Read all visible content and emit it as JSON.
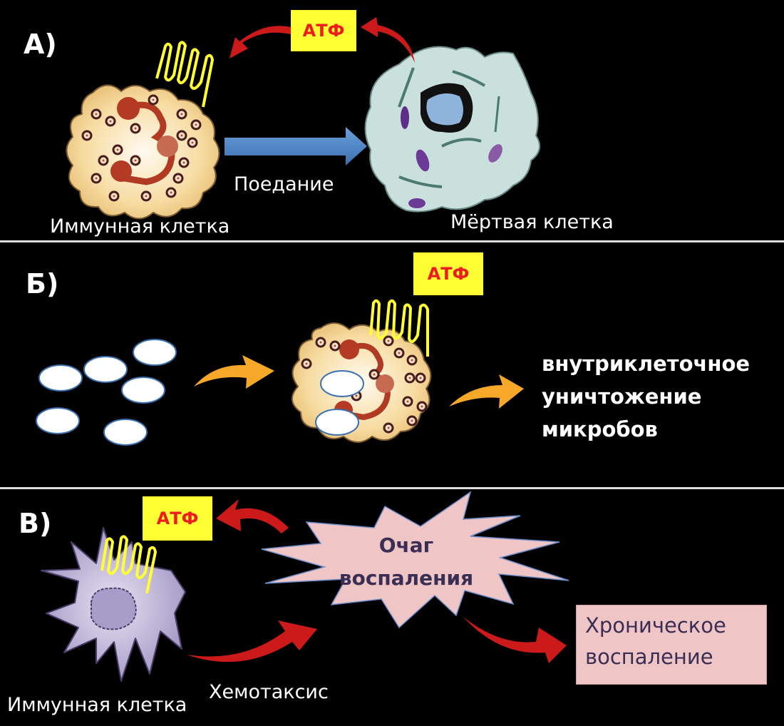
{
  "panels": {
    "a": {
      "label": "А)",
      "atp": "АТФ",
      "immune_cell_label": "Иммунная клетка",
      "action_label": "Поедание",
      "dead_cell_label": "Мёртвая клетка"
    },
    "b": {
      "label": "Б)",
      "atp": "АТФ",
      "result_lines": [
        "внутриклеточное",
        "уничтожение",
        "микробов"
      ]
    },
    "c": {
      "label": "В)",
      "atp": "АТФ",
      "focus_lines": [
        "Очаг",
        "воспаления"
      ],
      "immune_cell_label": "Иммунная клетка",
      "action_label": "Хемотаксис",
      "result_lines": [
        "Хроническое",
        "воспаление"
      ]
    }
  },
  "colors": {
    "background": "#000000",
    "atp_box": "#ffff33",
    "atp_text": "#ee1c1c",
    "receptor": "#ffff33",
    "red_arrow": "#cc1a1a",
    "blue_arrow": "#4f86c6",
    "orange_arrow": "#f7a829",
    "immune_cell": "#f5dca0",
    "dead_cell": "#c9e0dc",
    "starburst": "#efc5c5",
    "focus_text": "#3a2e55"
  }
}
